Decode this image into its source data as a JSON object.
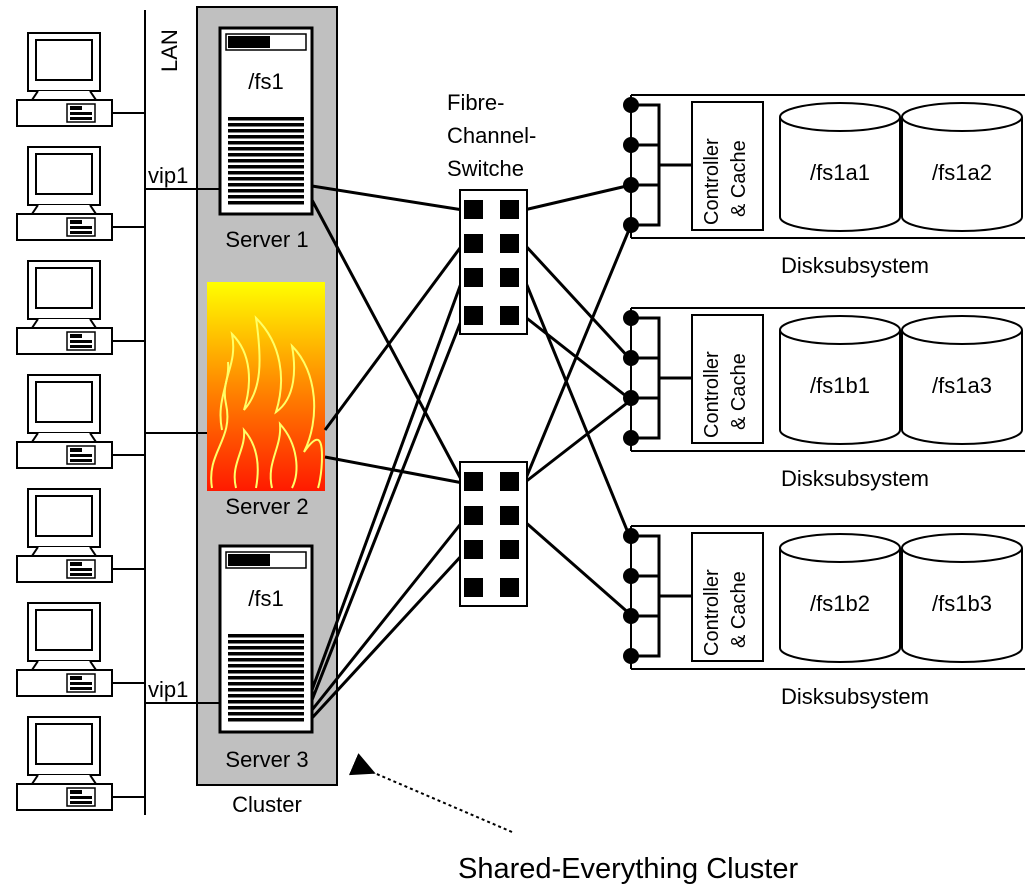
{
  "lan_label": "LAN",
  "vip_labels": [
    "vip1",
    "vip1"
  ],
  "cluster": {
    "label": "Cluster",
    "fill": "#c0c0c0",
    "servers": [
      {
        "name": "Server 1",
        "fs": "/fs1",
        "state": "active"
      },
      {
        "name": "Server 2",
        "fs": "",
        "state": "failed"
      },
      {
        "name": "Server 3",
        "fs": "/fs1",
        "state": "active"
      }
    ]
  },
  "switch_label_lines": [
    "Fibre-",
    "Channel-",
    "Switche"
  ],
  "disksubsystems": [
    {
      "controller_lines": [
        "Controller",
        "& Cache"
      ],
      "disks": [
        "/fs1a1",
        "/fs1a2"
      ],
      "label": "Disksubsystem"
    },
    {
      "controller_lines": [
        "Controller",
        "& Cache"
      ],
      "disks": [
        "/fs1b1",
        "/fs1a3"
      ],
      "label": "Disksubsystem"
    },
    {
      "controller_lines": [
        "Controller",
        "& Cache"
      ],
      "disks": [
        "/fs1b2",
        "/fs1b3"
      ],
      "label": "Disksubsystem"
    }
  ],
  "caption": "Shared-Everything Cluster",
  "client_count": 7,
  "fire_colors": {
    "top": "#ffff00",
    "mid": "#ff8800",
    "bottom": "#ff1a00",
    "flame": "#ffff66"
  }
}
